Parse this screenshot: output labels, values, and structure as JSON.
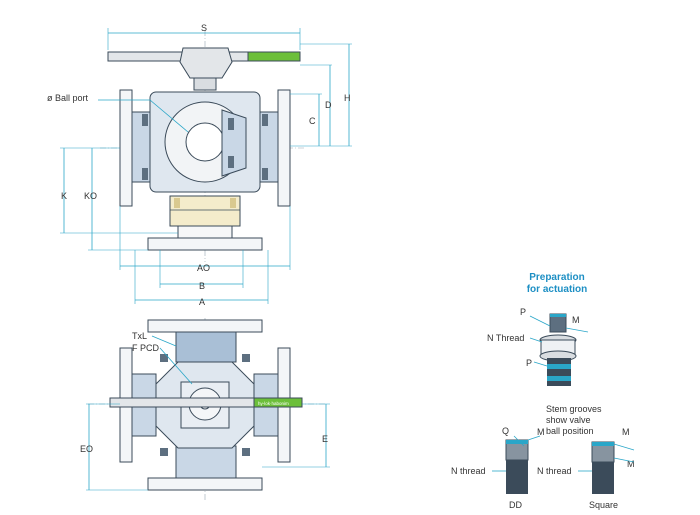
{
  "labels": {
    "S": "S",
    "H": "H",
    "D": "D",
    "C": "C",
    "ball_port": "ø Ball port",
    "K": "K",
    "KO": "KO",
    "AO": "AO",
    "B": "B",
    "A": "A",
    "TxL": "TxL",
    "F_PCD": "F PCD",
    "EO": "EO",
    "E": "E",
    "prep_title_1": "Preparation",
    "prep_title_2": "for actuation",
    "P_top": "P",
    "M_top": "M",
    "N_thread_top": "N Thread",
    "P_bottom": "P",
    "stem_note_1": "Stem grooves",
    "stem_note_2": "show valve",
    "stem_note_3": "ball position",
    "Q": "Q",
    "M_dd": "M",
    "N_thread_dd": "N thread",
    "DD": "DD",
    "N_thread_sq": "N thread",
    "M_sq_1": "M",
    "M_sq_2": "M",
    "Square": "Square",
    "handle_brand": "hy-lok·habonim"
  },
  "colors": {
    "accent": "#2aa6c8",
    "title_accent": "#1d8fc4",
    "handle_green": "#6cbf3a",
    "body_blue": "#c9d7e6",
    "body_blue_dark": "#a9bfd6",
    "bolt_yellow": "#f4eccb",
    "metal_grey": "#d9dde1"
  }
}
